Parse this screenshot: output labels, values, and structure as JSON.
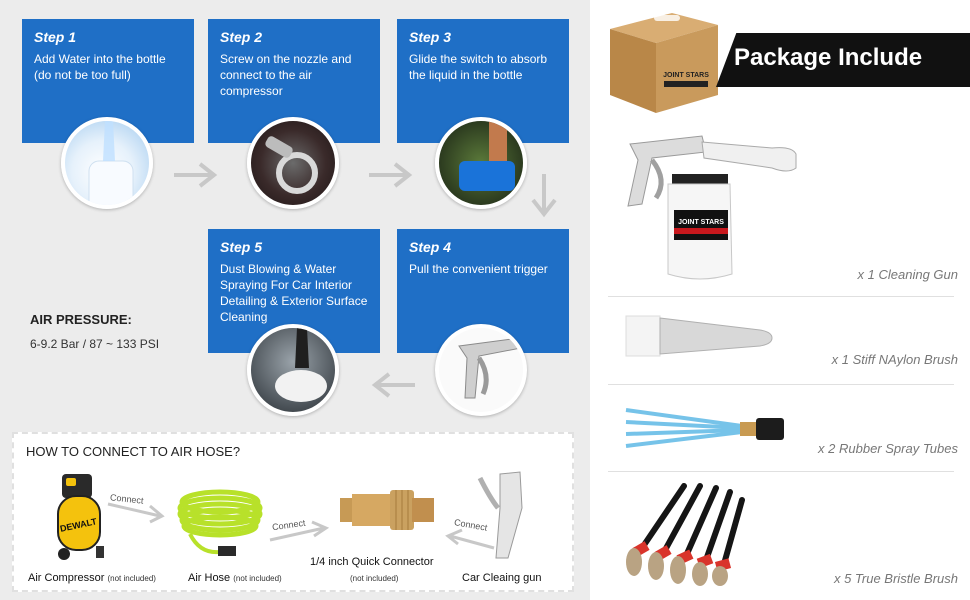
{
  "steps": [
    {
      "title": "Step 1",
      "text": "Add Water into the bottle (do not be too full)"
    },
    {
      "title": "Step 2",
      "text": "Screw on the nozzle and connect to the air compressor"
    },
    {
      "title": "Step 3",
      "text": "Glide the switch to absorb the liquid in the bottle"
    },
    {
      "title": "Step 4",
      "text": "Pull the convenient trigger"
    },
    {
      "title": "Step 5",
      "text": "Dust Blowing & Water Spraying For Car Interior Detailing & Exterior Surface Cleaning"
    }
  ],
  "pressure": {
    "title": "AIR PRESSURE:",
    "value": "6-9.2 Bar / 87 ~ 133 PSI"
  },
  "connect": {
    "title": "HOW TO CONNECT TO AIR HOSE?",
    "connect_word": "Connect",
    "items": [
      {
        "label": "Air Compressor",
        "note": "(not included)"
      },
      {
        "label": "Air Hose",
        "note": "(not included)"
      },
      {
        "label": "1/4 inch Quick Connector",
        "note": "(not included)"
      },
      {
        "label": "Car Cleaing gun",
        "note": ""
      }
    ],
    "compressor_brand": "DEWALT"
  },
  "package": {
    "title": "Package Include",
    "brand": "JOINT STARS",
    "items": [
      "x 1 Cleaning Gun",
      "x 1 Stiff NAylon Brush",
      "x 2 Rubber Spray Tubes",
      "x 5 True Bristle Brush"
    ]
  },
  "colors": {
    "step_blue": "#1f6fc6",
    "arrow_gray": "#c8c8c8",
    "header_black": "#111111",
    "hose_green": "#b8e12a"
  }
}
